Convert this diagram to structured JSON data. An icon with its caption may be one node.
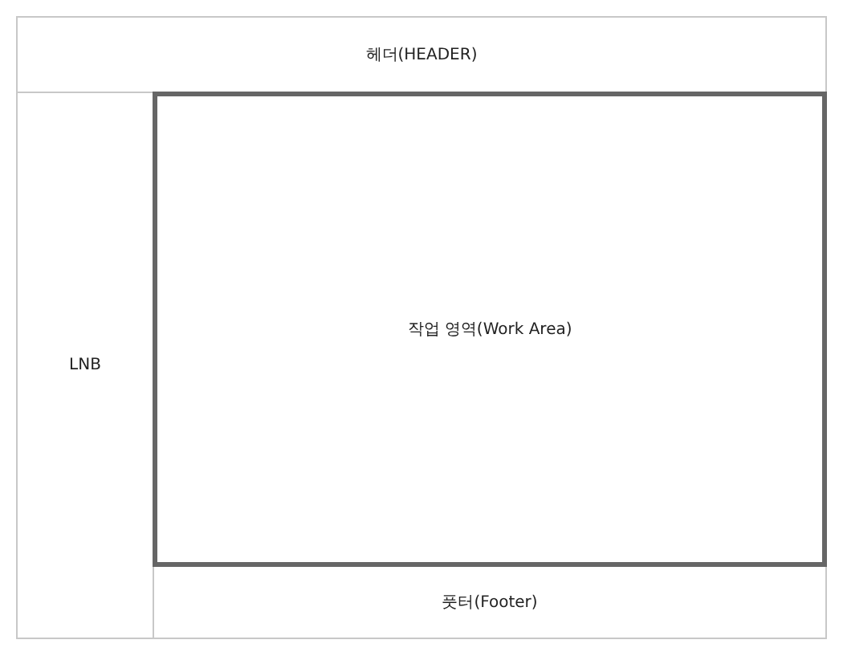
{
  "diagram": {
    "nodes": [
      {
        "text": [
          "헤더(HEADER)"
        ]
      },
      {
        "text": [
          "LNB"
        ]
      },
      {
        "text": [
          "작업 영역(Work Area)"
        ]
      },
      {
        "text": [
          "풋터(Footer)"
        ]
      }
    ]
  }
}
